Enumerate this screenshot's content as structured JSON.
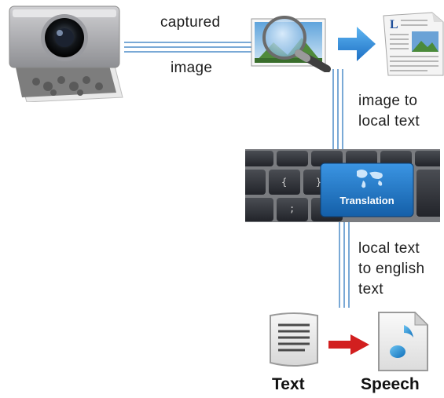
{
  "labels": {
    "captured": "captured",
    "image": "image",
    "image_to_local_1": "image to",
    "image_to_local_2": "local text",
    "local_to_english_1": "local text",
    "local_to_english_2": "to english",
    "local_to_english_3": "text",
    "text": "Text",
    "speech": "Speech",
    "translation_key": "Translation"
  },
  "colors": {
    "connector": "#7aa9d6",
    "arrow_blue": "#2f8fe0",
    "arrow_red": "#d21f1f",
    "key_blue": "#1f74c2",
    "keyboard": "#2b2d31"
  },
  "icons": {
    "camera": "camera-icon",
    "search": "magnifier-icon",
    "document": "document-icon",
    "keyboard": "keyboard-icon",
    "text_file": "text-file-icon",
    "audio_file": "audio-file-icon"
  }
}
